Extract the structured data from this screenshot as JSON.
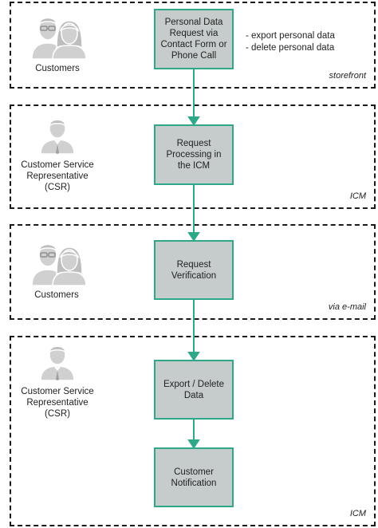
{
  "lanes": [
    {
      "tag": "storefront"
    },
    {
      "tag": "ICM"
    },
    {
      "tag": "via e-mail"
    },
    {
      "tag": "ICM"
    }
  ],
  "actors": {
    "customers_1": "Customers",
    "csr_1": "Customer Service Representative (CSR)",
    "customers_2": "Customers",
    "csr_2": "Customer Service Representative (CSR)"
  },
  "steps": {
    "personal_data_request": "Personal Data Request via Contact Form or Phone Call",
    "request_processing": "Request Processing in the ICM",
    "request_verification": "Request Verification",
    "export_delete": "Export / Delete Data",
    "customer_notification": "Customer Notification"
  },
  "notes": [
    "- export personal data",
    "- delete personal data"
  ],
  "colors": {
    "box_fill": "#c5cccb",
    "accent": "#2ea889",
    "icon_fill": "#d0d0d0"
  },
  "icons": [
    "customers-icon",
    "csr-icon"
  ]
}
